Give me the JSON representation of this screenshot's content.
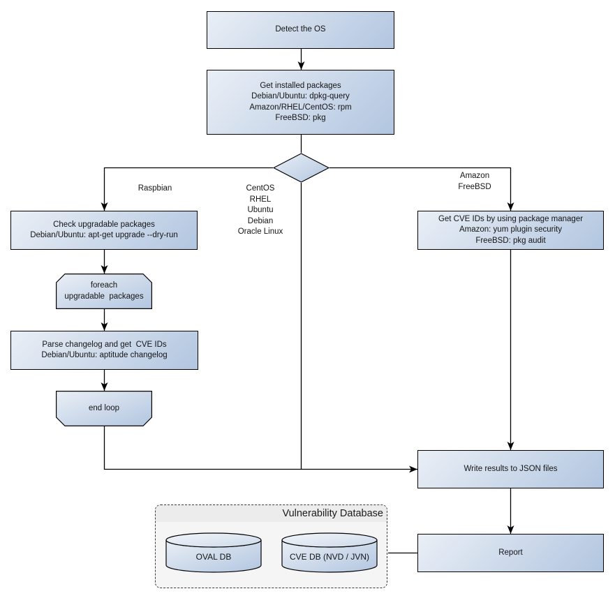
{
  "diagram": {
    "nodes": {
      "detect_os": "Detect the OS",
      "get_installed_packages": "Get installed packages\nDebian/Ubuntu: dpkg-query\nAmazon/RHEL/CentOS: rpm\nFreeBSD: pkg",
      "check_upgradable": "Check upgradable packages\nDebian/Ubuntu: apt-get upgrade --dry-run",
      "foreach_loop_start": "foreach\nupgradable  packages",
      "parse_changelog": "Parse changelog and get  CVE IDs\nDebian/Ubuntu: aptitude changelog",
      "end_loop": "end loop",
      "get_cve_ids_pkg_manager": "Get CVE IDs by using package manager\nAmazon: yum plugin security\nFreeBSD: pkg audit",
      "write_results": "Write results to JSON files",
      "report": "Report"
    },
    "branch_labels": {
      "left": "Raspbian",
      "middle": "CentOS\nRHEL\nUbuntu\nDebian\nOracle Linux",
      "right": "Amazon\nFreeBSD"
    },
    "vulnerability_database": {
      "title": "Vulnerability Database",
      "databases": [
        "OVAL DB",
        "CVE DB (NVD / JVN)"
      ]
    },
    "colors": {
      "node_gradient_start": "#eaeff6",
      "node_gradient_end": "#b2c6e0",
      "node_border": "#000000",
      "connector": "#000000",
      "container_fill": "#f5f5f5",
      "container_title_band": "#ececec",
      "background": "#ffffff"
    }
  }
}
